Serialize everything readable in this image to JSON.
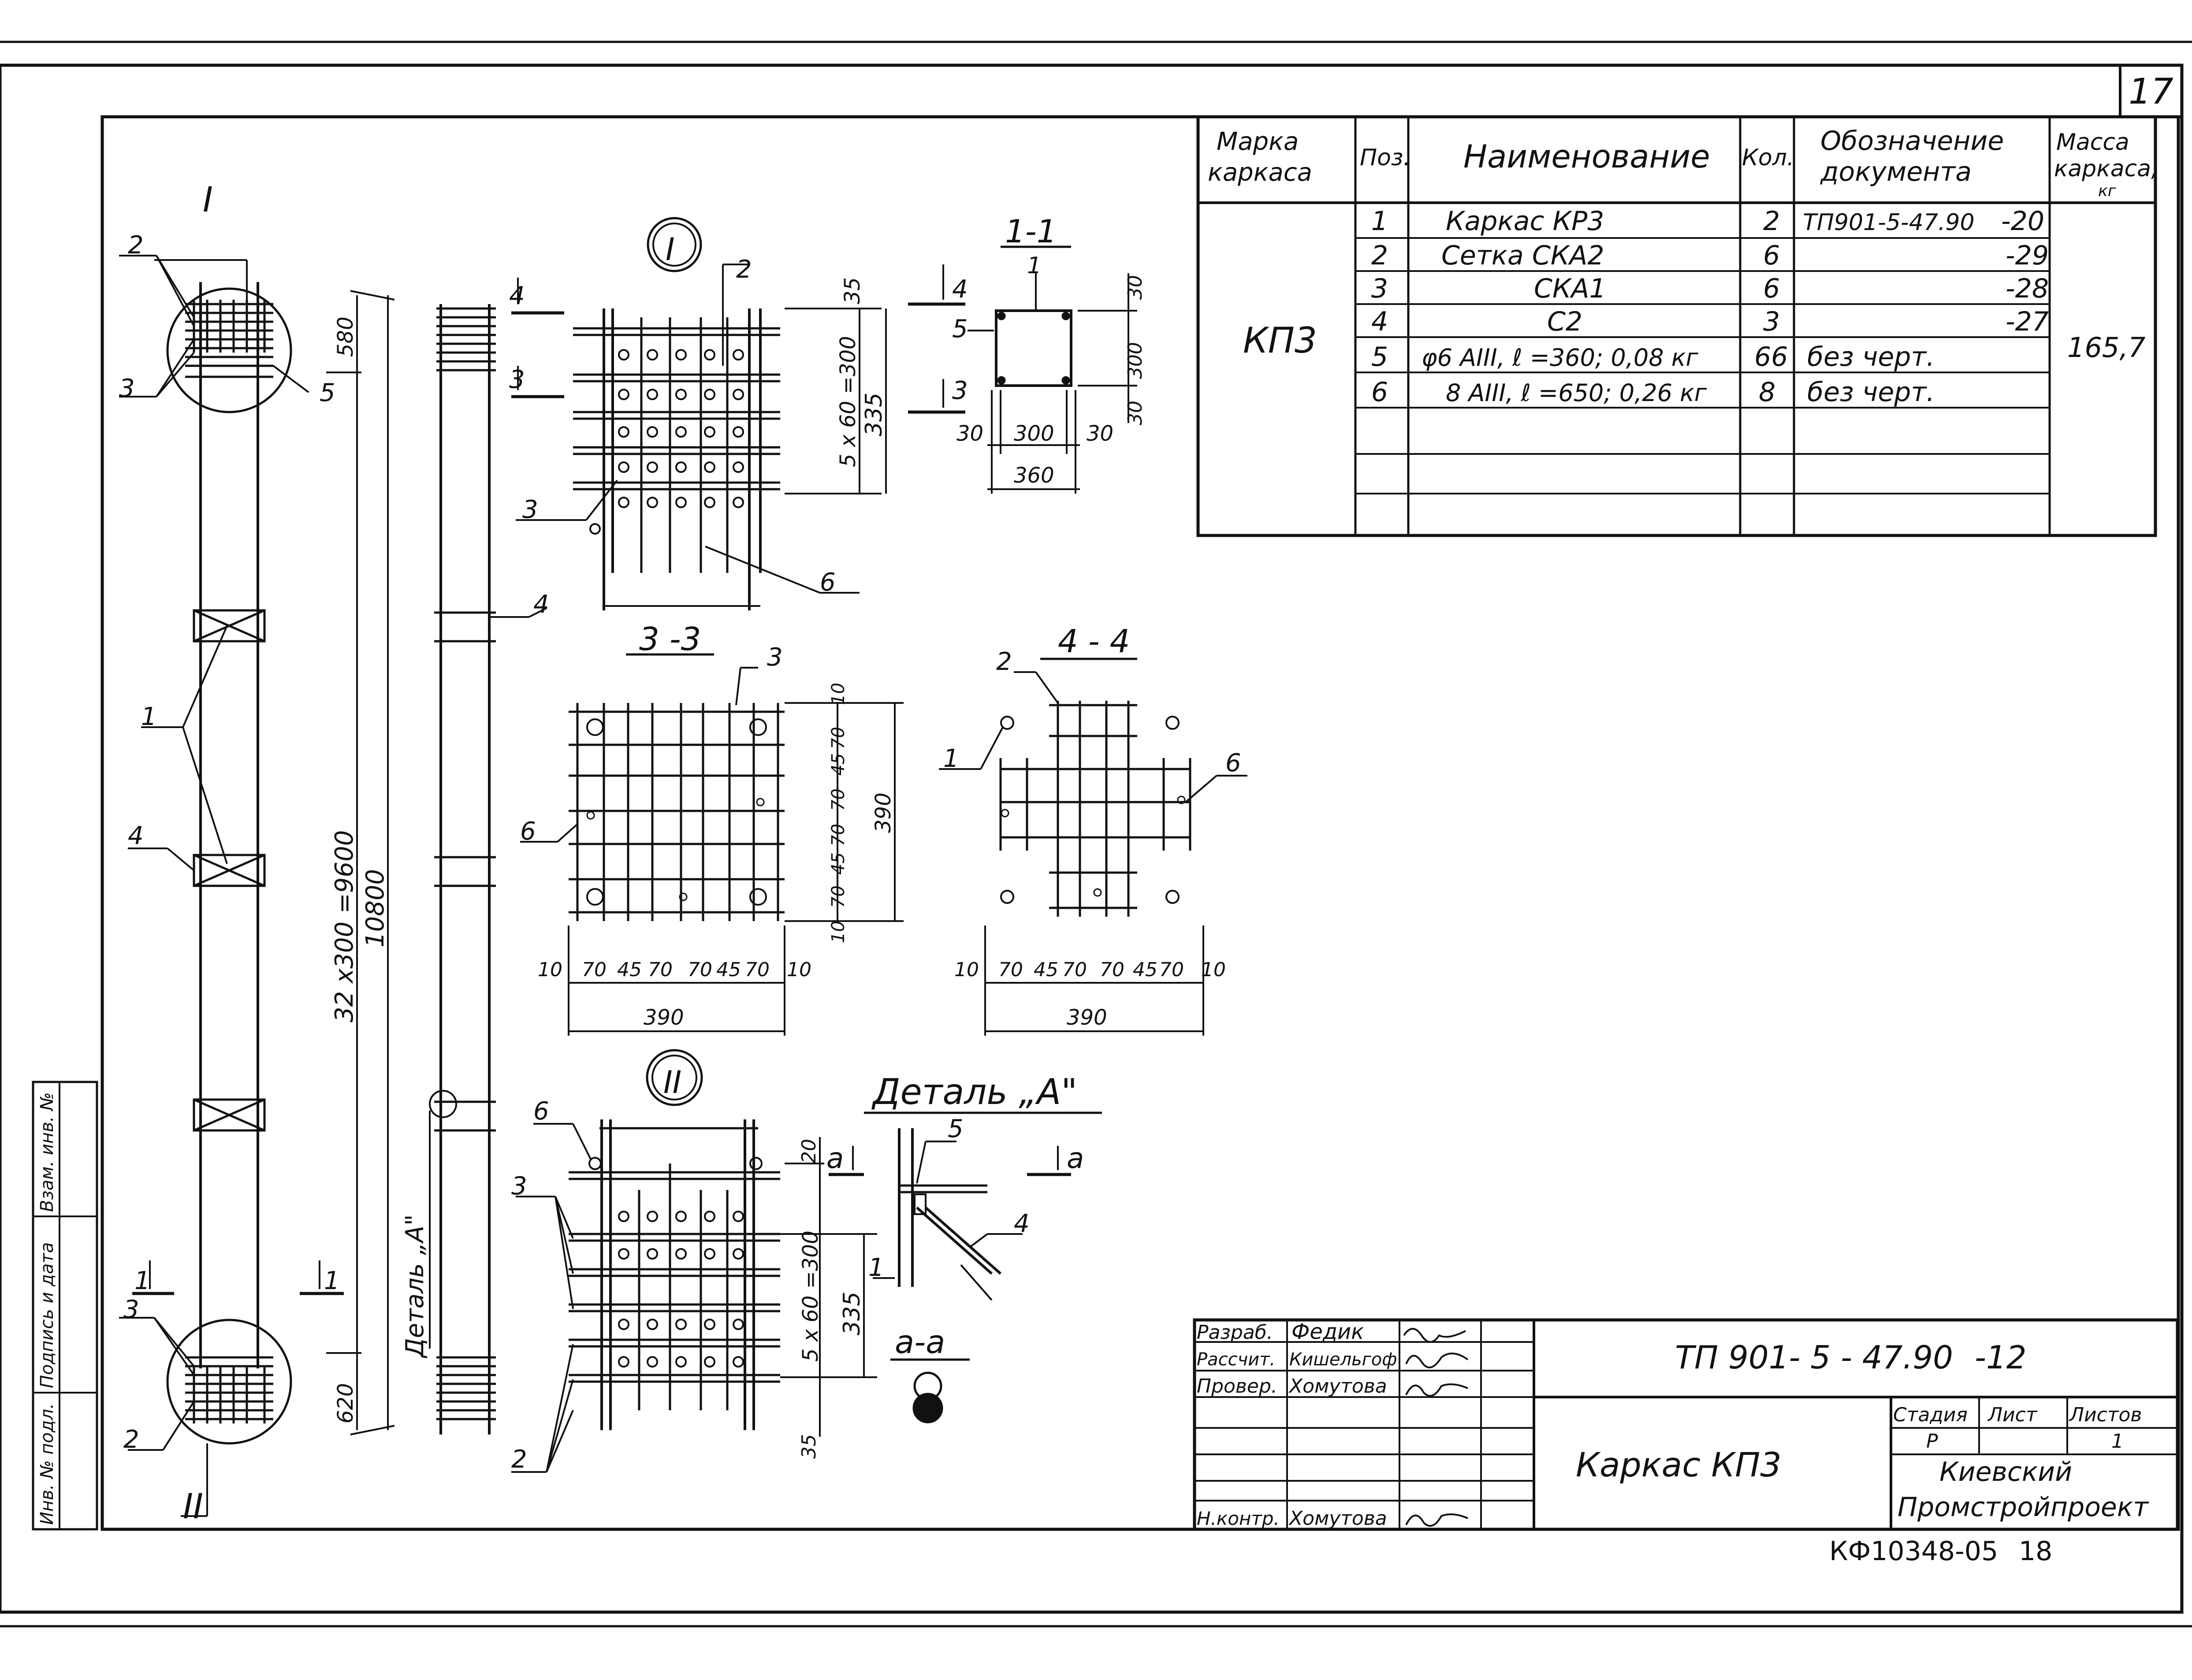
{
  "sheet": {
    "page_number": "17",
    "archive_code": "КФ10348-05",
    "archive_copy": "18"
  },
  "spec_table": {
    "headers": {
      "mark": "Марка каркаса",
      "pos": "Поз.",
      "name": "Наименование",
      "qty": "Кол.",
      "doc": "Обозначение документа",
      "mass": "Масса каркаса, кг"
    },
    "mark_value": "КП3",
    "mass_value": "165,7",
    "rows": [
      {
        "pos": "1",
        "name": "Каркас  КР3",
        "qty": "2",
        "doc": "ТП901-5-47.90",
        "doc_suffix": "-20"
      },
      {
        "pos": "2",
        "name": "Сетка  СКА2",
        "qty": "6",
        "doc": "",
        "doc_suffix": "-29"
      },
      {
        "pos": "3",
        "name": "СКА1",
        "qty": "6",
        "doc": "",
        "doc_suffix": "-28"
      },
      {
        "pos": "4",
        "name": "С2",
        "qty": "3",
        "doc": "",
        "doc_suffix": "-27"
      },
      {
        "pos": "5",
        "name": "φ6 АIII, ℓ =360;  0,08 кг",
        "qty": "66",
        "doc": "без черт.",
        "doc_suffix": ""
      },
      {
        "pos": "6",
        "name": "8 АIII, ℓ =650;  0,26 кг",
        "qty": "8",
        "doc": "без черт.",
        "doc_suffix": ""
      }
    ]
  },
  "drawing_labels": {
    "view_I": "I",
    "view_II": "II",
    "section_1_1": "1-1",
    "section_3_3": "3 -3",
    "section_4_4": "4 - 4",
    "section_a_a": "а-а",
    "detail_A": "Деталь „А\"",
    "detail_A_vertical": "Деталь „А\"",
    "dim_total": "10800",
    "dim_spacing": "32 x300 =9600",
    "dim_top": "580",
    "dim_bottom": "620",
    "dim_5x60": "5 x 60 =300",
    "dim_335": "335",
    "dim_35": "35",
    "dim_390": "390",
    "dim_360": "360",
    "dim_300": "300",
    "dim_30": "30",
    "dim_20": "20",
    "dim_10": "10",
    "dim_70": "70",
    "dim_45": "45",
    "cut_1": "1",
    "cut_3": "3",
    "cut_4": "4",
    "cut_5": "5",
    "cut_a": "а",
    "pos_1": "1",
    "pos_2": "2",
    "pos_3": "3",
    "pos_4": "4",
    "pos_5": "5",
    "pos_6": "6"
  },
  "title_block": {
    "document_code": "ТП 901- 5 - 47.90",
    "sheet_suffix": "-12",
    "title": "Каркас  КП3",
    "stage_label": "Стадия",
    "sheet_label": "Лист",
    "sheets_label": "Листов",
    "stage_value": "Р",
    "sheets_value": "1",
    "organization": "Киевский Промстройпроект",
    "roles": [
      {
        "role": "Разраб.",
        "name": "Федик"
      },
      {
        "role": "Рассчит.",
        "name": "Кишельгоф"
      },
      {
        "role": "Провер.",
        "name": "Хомутова"
      },
      {
        "role": "Н.контр.",
        "name": "Хомутова"
      }
    ]
  },
  "side_stamp": {
    "inv_orig": "Инв. № подл.",
    "sign_date": "Подпись и дата",
    "inv_replace": "Взам. инв. №"
  }
}
